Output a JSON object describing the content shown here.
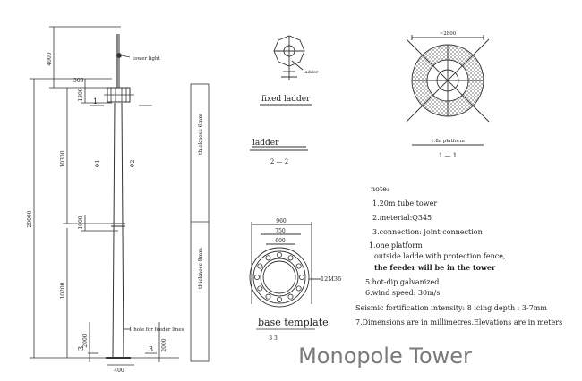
{
  "caption": "Monopole Tower",
  "elevation": {
    "dims": {
      "top": "4000",
      "upper": "10300",
      "total": "20000",
      "lower": "10200",
      "platform_offset": "1300",
      "offset_300": "300",
      "joint": "1000",
      "base_left": "2000",
      "base_right": "2000",
      "base_width": "400"
    },
    "labels": {
      "tower_light": "tower light",
      "feeder_hole": "1 hole for feeder lines",
      "phi_upper": "Φ1",
      "phi_lower": "Φ2",
      "section_1": "1",
      "section_3": "3"
    }
  },
  "thickness": {
    "upper": "thickness 6mm",
    "lower": "thickness 8mm"
  },
  "fixed_ladder": {
    "title": "fixed ladder",
    "ladder_tag": "ladder"
  },
  "ladder_section": {
    "title": "ladder",
    "code": "2 — 2"
  },
  "platform": {
    "dim": "~2800",
    "label": "1.8a platform",
    "code": "1 — 1"
  },
  "base_template": {
    "title": "base template",
    "code": "3  3",
    "dims": {
      "outer": "960",
      "mid": "750",
      "inner": "600"
    },
    "bolt": "12M36"
  },
  "notes": {
    "heading": "note:",
    "items": [
      "1.20m tube tower",
      "2.meterial:Q345",
      "3.connection: joint connection",
      "1.one platform",
      "outside ladde with protection fence,",
      "the feeder will be in the tower",
      "5.hot-dip galvanized",
      "6.wind speed: 30m/s",
      "Seismic fortification intensity: 8  icing depth : 3-7mm",
      "7.Dimensions are in millimetres.Elevations are in meters"
    ]
  }
}
